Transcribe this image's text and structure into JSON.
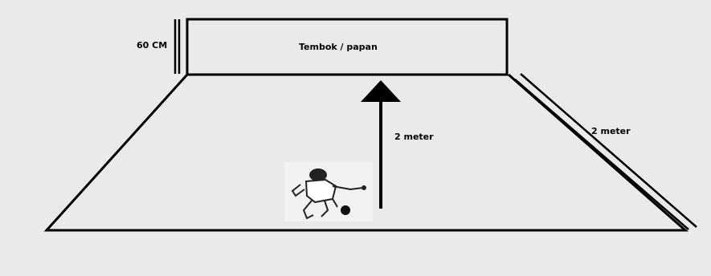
{
  "labels": {
    "wall": "Tembok / papan",
    "wall_height": "60 CM",
    "arrow_distance": "2 meter",
    "side_distance": "2 meter"
  },
  "colors": {
    "background": "#eaeaea",
    "line": "#000000"
  },
  "icons": {
    "player": "soccer-player-kicking-ball-icon"
  }
}
